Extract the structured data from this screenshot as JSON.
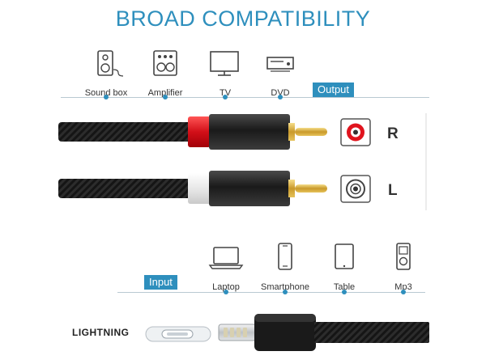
{
  "title": "BROAD COMPATIBILITY",
  "output": {
    "tag": "Output",
    "devices": [
      {
        "label": "Sound box",
        "icon": "speaker-icon"
      },
      {
        "label": "Amplifier",
        "icon": "amplifier-icon"
      },
      {
        "label": "TV",
        "icon": "tv-icon"
      },
      {
        "label": "DVD",
        "icon": "dvd-player-icon"
      }
    ]
  },
  "channels": {
    "right": "R",
    "left": "L"
  },
  "input": {
    "tag": "Input",
    "devices": [
      {
        "label": "Laptop",
        "icon": "laptop-icon"
      },
      {
        "label": "Smartphone",
        "icon": "smartphone-icon"
      },
      {
        "label": "Table",
        "icon": "tablet-icon"
      },
      {
        "label": "Mp3",
        "icon": "mp3-player-icon"
      }
    ]
  },
  "connector_label": "LIGHTNING",
  "colors": {
    "accent": "#2e8fbd",
    "rca_red": "#e0141e",
    "rca_white": "#f2f2f2",
    "gold": "#d9b13b"
  }
}
